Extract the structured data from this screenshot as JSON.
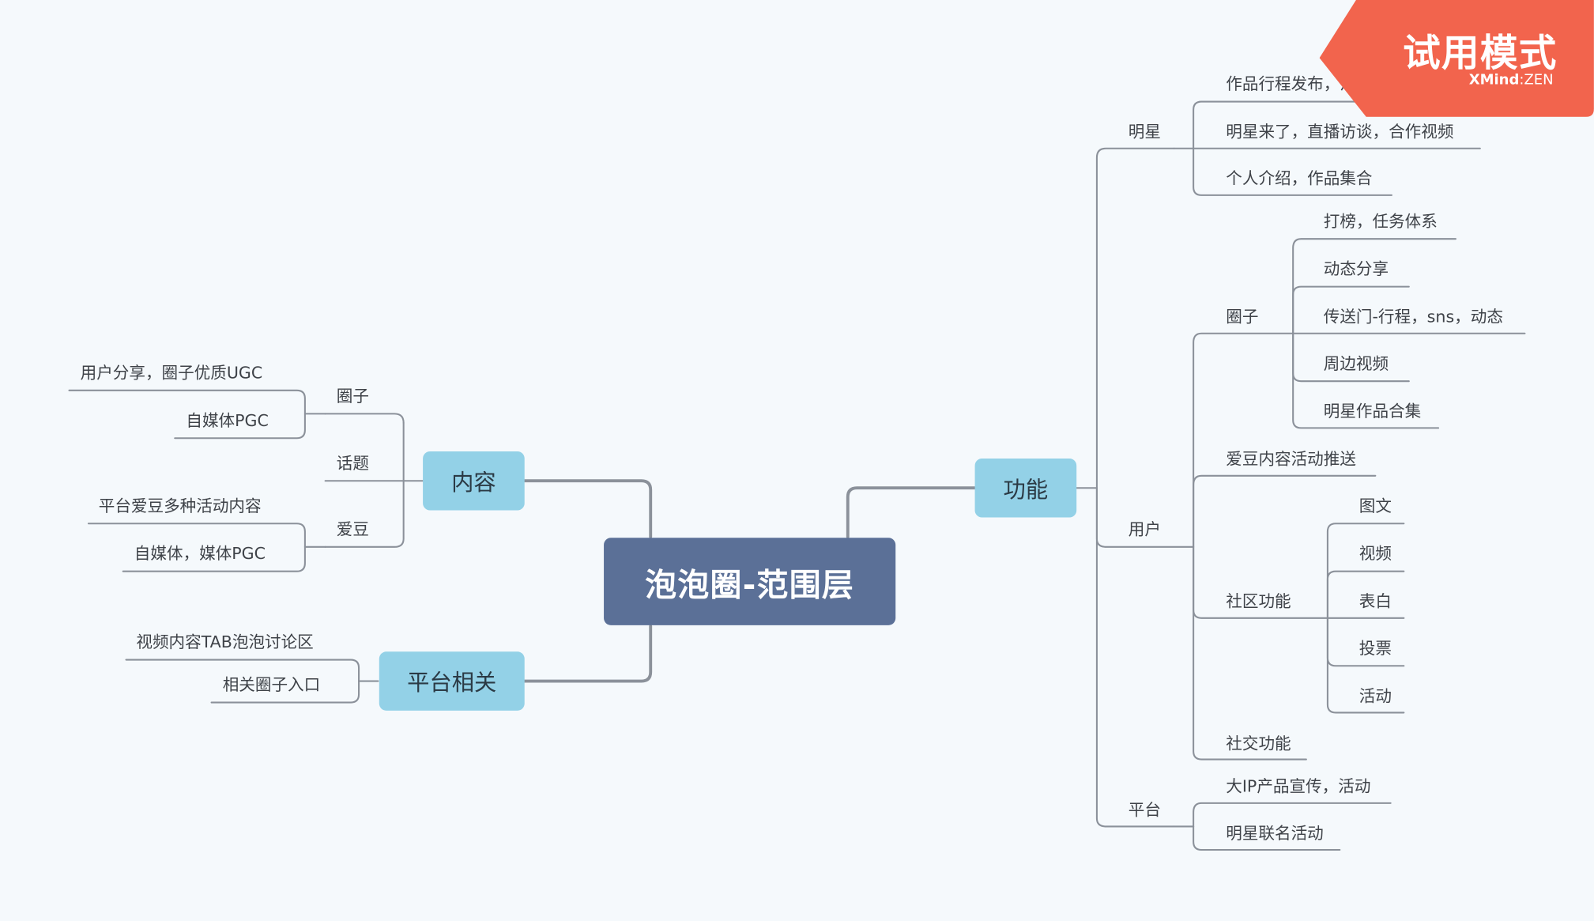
{
  "root": "泡泡圈-范围层",
  "branches": {
    "content": "内容",
    "platform_related": "平台相关",
    "function": "功能"
  },
  "content": {
    "circle": "圈子",
    "circle_items": [
      "用户分享，圈子优质UGC",
      "自媒体PGC"
    ],
    "topic": "话题",
    "idol": "爱豆",
    "idol_items": [
      "平台爱豆多种活动内容",
      "自媒体，媒体PGC"
    ]
  },
  "platform_related": {
    "items": [
      "视频内容TAB泡泡讨论区",
      "相关圈子入口"
    ]
  },
  "function": {
    "star": "明星",
    "star_items": [
      "作品行程发布，活动宣传",
      "明星来了，直播访谈，合作视频",
      "个人介绍，作品集合"
    ],
    "user": "用户",
    "user_circle": "圈子",
    "user_circle_items": [
      "打榜，任务体系",
      "动态分享",
      "传送门-行程，sns，动态",
      "周边视频",
      "明星作品合集"
    ],
    "idol_push": "爱豆内容活动推送",
    "community": "社区功能",
    "community_items": [
      "图文",
      "视频",
      "表白",
      "投票",
      "活动"
    ],
    "social": "社交功能",
    "platform": "平台",
    "platform_items": [
      "大IP产品宣传，活动",
      "明星联名活动"
    ]
  },
  "trial_badge": {
    "title": "试用模式",
    "brand": "XMind",
    "edition": ":ZEN"
  },
  "colors": {
    "background": "#f5f9fc",
    "root_fill": "#5b7097",
    "main_fill": "#93d1e7",
    "connector": "#8b919a",
    "badge": "#f2644d"
  }
}
